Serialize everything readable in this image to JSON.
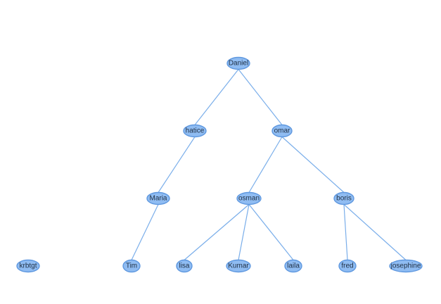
{
  "graph": {
    "nodes": [
      {
        "id": "daniel",
        "label": "Daniel"
      },
      {
        "id": "hatice",
        "label": "hatice"
      },
      {
        "id": "omar",
        "label": "omar"
      },
      {
        "id": "maria",
        "label": "Maria"
      },
      {
        "id": "osman",
        "label": "osman"
      },
      {
        "id": "boris",
        "label": "boris"
      },
      {
        "id": "krbtgt",
        "label": "krbtgt"
      },
      {
        "id": "tim",
        "label": "Tim"
      },
      {
        "id": "lisa",
        "label": "lisa"
      },
      {
        "id": "kumar",
        "label": "Kumar"
      },
      {
        "id": "laila",
        "label": "laila"
      },
      {
        "id": "fred",
        "label": "fred"
      },
      {
        "id": "josephine",
        "label": "josephine"
      }
    ],
    "edges": [
      {
        "from": "daniel",
        "to": "hatice"
      },
      {
        "from": "daniel",
        "to": "omar"
      },
      {
        "from": "hatice",
        "to": "maria"
      },
      {
        "from": "omar",
        "to": "osman"
      },
      {
        "from": "omar",
        "to": "boris"
      },
      {
        "from": "maria",
        "to": "tim"
      },
      {
        "from": "osman",
        "to": "lisa"
      },
      {
        "from": "osman",
        "to": "kumar"
      },
      {
        "from": "osman",
        "to": "laila"
      },
      {
        "from": "boris",
        "to": "fred"
      },
      {
        "from": "boris",
        "to": "josephine"
      }
    ]
  },
  "colors": {
    "node_fill": "#8fbcf2",
    "node_stroke": "#5f98df",
    "edge": "#7aaeea",
    "label": "#1f2f44"
  }
}
